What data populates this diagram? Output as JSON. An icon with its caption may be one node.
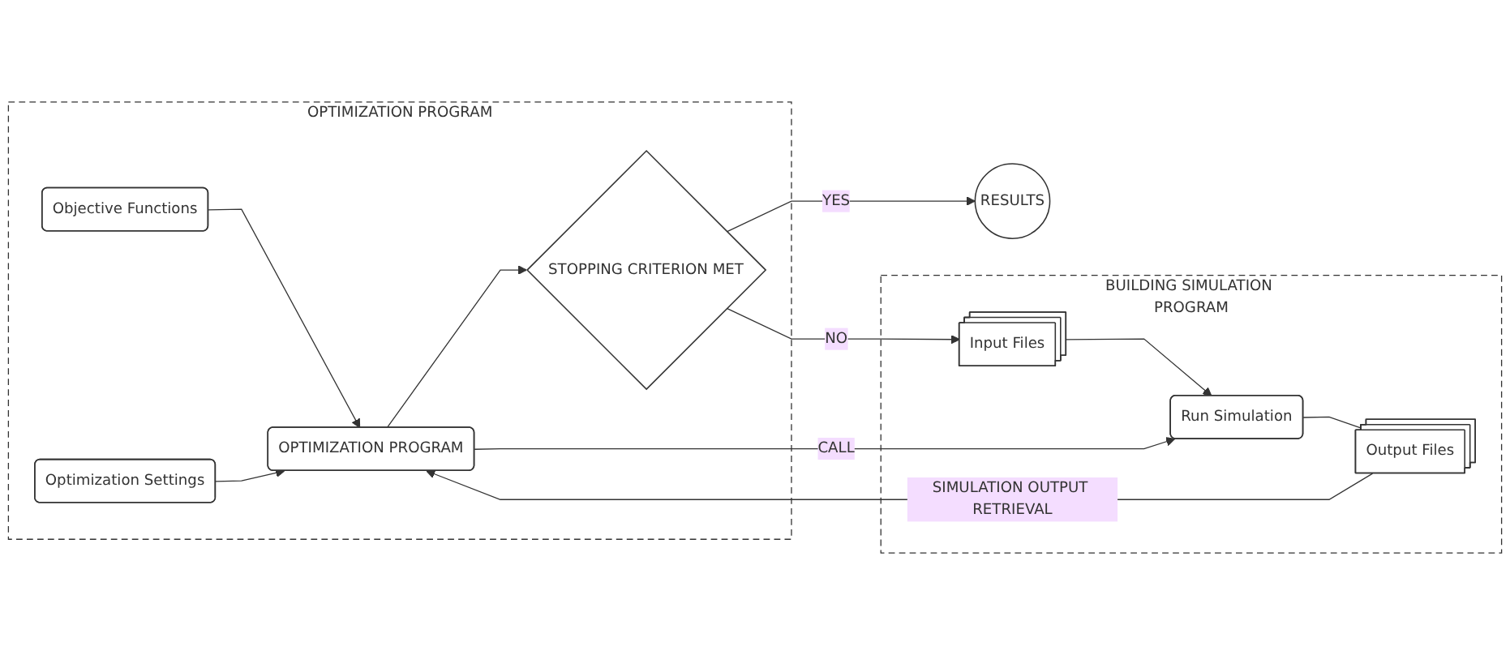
{
  "diagram": {
    "nodes": [
      {
        "text": [
          "OPTIMIZATION PROGRAM"
        ]
      },
      {
        "text": [
          "Objective Functions"
        ],
        "in": 0
      },
      {
        "text": [
          "Optimization Settings"
        ],
        "in": 0
      },
      {
        "text": [
          "OPTIMIZATION PROGRAM"
        ],
        "in": 0
      },
      {
        "text": [
          "STOPPING CRITERION MET"
        ],
        "in": 0
      },
      {
        "text": [
          "RESULTS"
        ]
      },
      {
        "text": [
          "BUILDING SIMULATION PROGRAM"
        ]
      },
      {
        "text": [
          "Output Files"
        ],
        "in": 6
      },
      {
        "text": [
          "Run Simulation"
        ],
        "in": 6
      },
      {
        "text": [
          "Input Files"
        ],
        "in": 6
      }
    ],
    "edges": [
      {
        "from": 1,
        "to": 3,
        "arrow": "to"
      },
      {
        "from": 2,
        "to": 3,
        "arrow": "to"
      },
      {
        "from": 3,
        "to": 4,
        "arrow": "to"
      },
      {
        "from": 4,
        "to": 5,
        "arrow": "to",
        "label": "YES"
      },
      {
        "from": 3,
        "to": 8,
        "arrow": "to",
        "label": "CALL"
      },
      {
        "from": 4,
        "to": 9,
        "arrow": "to",
        "label": "NO"
      },
      {
        "from": 9,
        "to": 8,
        "arrow": "to"
      },
      {
        "from": 8,
        "to": 7,
        "arrow": "none"
      },
      {
        "from": 7,
        "to": 3,
        "arrow": "to",
        "label": "SIMULATION OUTPUT RETRIEVAL"
      }
    ]
  }
}
